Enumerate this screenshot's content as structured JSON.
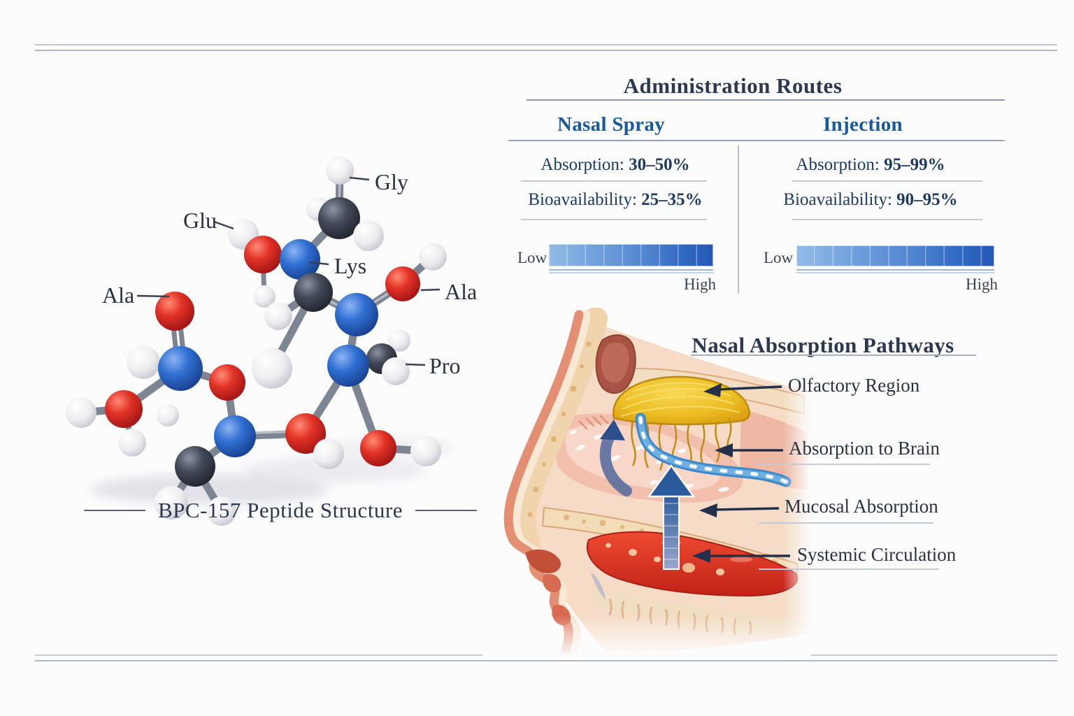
{
  "molecule": {
    "caption": "BPC-157 Peptide Structure",
    "labels": [
      {
        "id": "gly",
        "text": "Gly"
      },
      {
        "id": "glu",
        "text": "Glu"
      },
      {
        "id": "lys",
        "text": "Lys"
      },
      {
        "id": "ala-left",
        "text": "Ala"
      },
      {
        "id": "ala-right",
        "text": "Ala"
      },
      {
        "id": "pro",
        "text": "Pro"
      }
    ]
  },
  "admin": {
    "title": "Administration Routes",
    "columns": [
      {
        "name": "Nasal Spray",
        "rows": [
          {
            "label": "Absorption: ",
            "value": "30–50%"
          },
          {
            "label": "Bioavailability: ",
            "value": "25–35%"
          }
        ],
        "scale": {
          "low": "Low",
          "high": "High"
        }
      },
      {
        "name": "Injection",
        "rows": [
          {
            "label": "Absorption: ",
            "value": "95–99%"
          },
          {
            "label": "Bioavailability: ",
            "value": "90–95%"
          }
        ],
        "scale": {
          "low": "Low",
          "high": "High"
        }
      }
    ]
  },
  "pathways": {
    "title": "Nasal Absorption Pathways",
    "labels": [
      "Olfactory Region",
      "Absorption to Brain",
      "Mucosal Absorption",
      "Systemic Circulation"
    ]
  },
  "colors": {
    "accent_blue": "#175a9e",
    "navy_text": "#2c3850",
    "value_navy": "#1d3a63",
    "bar_gradient_start": "#93bbe7",
    "bar_gradient_end": "#2458b4",
    "olfactory_yellow": "#eec028",
    "pathway_tube_blue": "#4e9ad6",
    "systemic_red": "#e03224",
    "flow_arrow_navy": "#2b5a9b",
    "atom_oxygen_red": "#d31f1f",
    "atom_nitrogen_blue": "#2f6bd0",
    "atom_carbon_dark": "#3c414d",
    "atom_hydrogen_white": "#e9e9ed"
  }
}
